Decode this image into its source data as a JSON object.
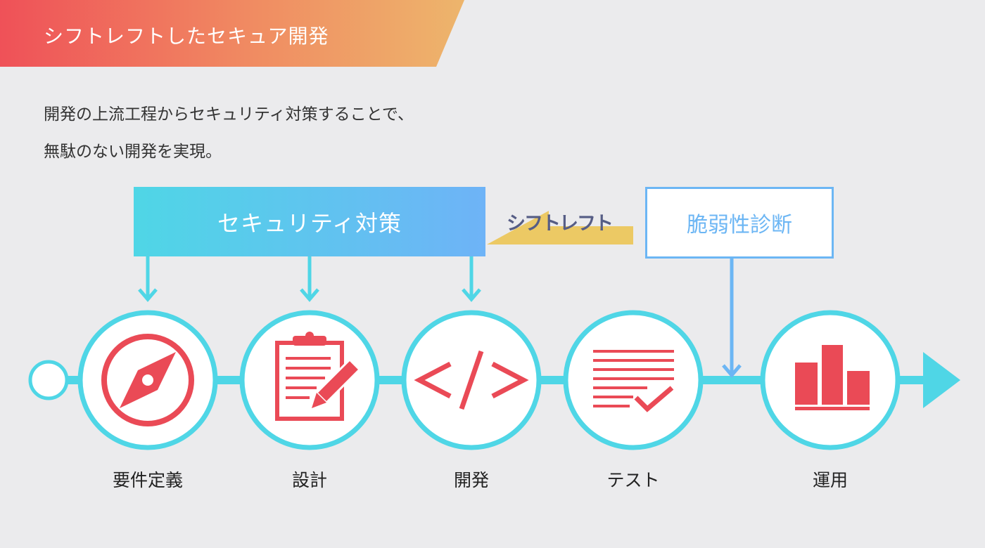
{
  "header": {
    "title": "シフトレフトしたセキュア開発"
  },
  "lead": {
    "line1": "開発の上流工程からセキュリティ対策することで、",
    "line2": "無駄のない開発を実現。"
  },
  "security_box": {
    "label": "セキュリティ対策"
  },
  "shift_left": {
    "label": "シフトレフト"
  },
  "vulnerability_box": {
    "label": "脆弱性診断"
  },
  "stages": [
    {
      "label": "要件定義",
      "icon": "compass-icon"
    },
    {
      "label": "設計",
      "icon": "clipboard-pencil-icon"
    },
    {
      "label": "開発",
      "icon": "code-icon"
    },
    {
      "label": "テスト",
      "icon": "checklist-icon"
    },
    {
      "label": "運用",
      "icon": "bar-chart-icon"
    }
  ],
  "colors": {
    "accent_cyan": "#4fd6e6",
    "accent_blue": "#6cb6f4",
    "icon_red": "#ea4a56",
    "shift_yellow": "#ecc964",
    "shift_text": "#565d85"
  }
}
